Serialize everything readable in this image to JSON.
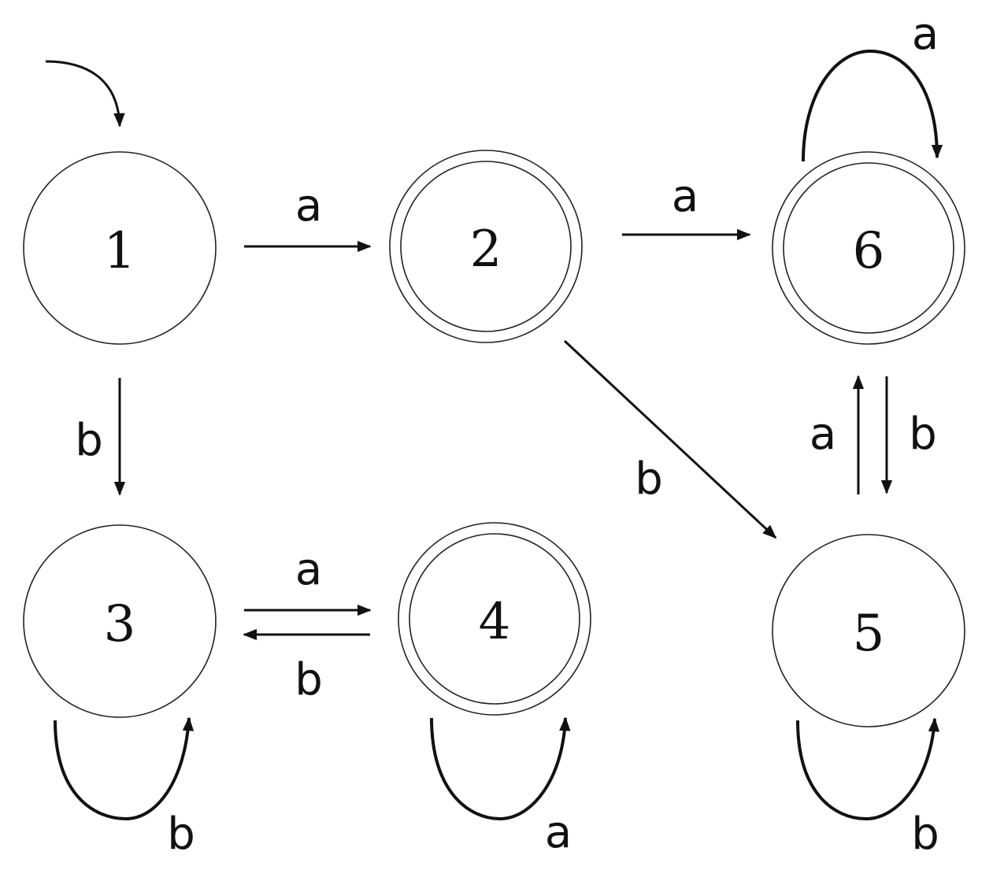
{
  "diagram": {
    "type": "finite-automaton",
    "start_state": "1",
    "states": [
      {
        "id": "1",
        "label": "1",
        "accepting": false
      },
      {
        "id": "2",
        "label": "2",
        "accepting": true
      },
      {
        "id": "3",
        "label": "3",
        "accepting": false
      },
      {
        "id": "4",
        "label": "4",
        "accepting": true
      },
      {
        "id": "5",
        "label": "5",
        "accepting": false
      },
      {
        "id": "6",
        "label": "6",
        "accepting": true
      }
    ],
    "transitions": [
      {
        "from": "1",
        "to": "2",
        "symbol": "a"
      },
      {
        "from": "1",
        "to": "3",
        "symbol": "b"
      },
      {
        "from": "2",
        "to": "6",
        "symbol": "a"
      },
      {
        "from": "2",
        "to": "5",
        "symbol": "b"
      },
      {
        "from": "3",
        "to": "4",
        "symbol": "a"
      },
      {
        "from": "4",
        "to": "3",
        "symbol": "b"
      },
      {
        "from": "3",
        "to": "3",
        "symbol": "b"
      },
      {
        "from": "4",
        "to": "4",
        "symbol": "a"
      },
      {
        "from": "5",
        "to": "5",
        "symbol": "b"
      },
      {
        "from": "5",
        "to": "6",
        "symbol": "a"
      },
      {
        "from": "6",
        "to": "5",
        "symbol": "b"
      },
      {
        "from": "6",
        "to": "6",
        "symbol": "a"
      }
    ]
  }
}
